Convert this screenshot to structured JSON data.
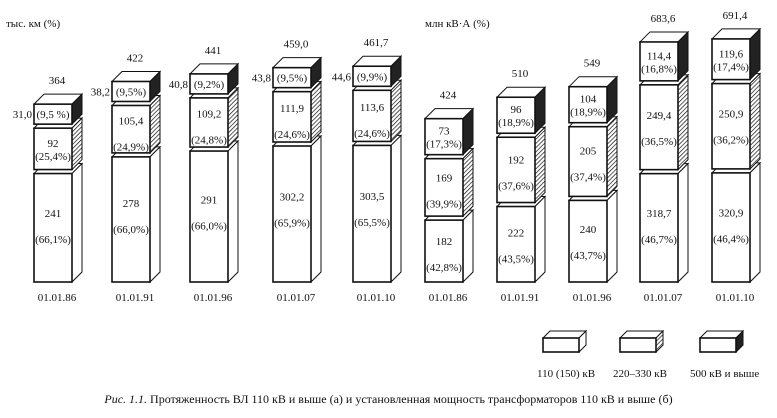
{
  "chart_data": [
    {
      "type": "bar",
      "stacked": true,
      "panel": "a",
      "unit_label": "тыс. км (%)",
      "categories": [
        "01.01.86",
        "01.01.91",
        "01.01.96",
        "01.01.07",
        "01.01.10"
      ],
      "totals": [
        "364",
        "422",
        "441",
        "459,0",
        "461,7"
      ],
      "series": [
        {
          "name": "110 (150) кВ",
          "values": [
            241,
            278,
            291,
            302.2,
            303.5
          ],
          "labels": [
            "241",
            "278",
            "291",
            "302,2",
            "303,5"
          ],
          "pct": [
            "(66,1%)",
            "(66,0%)",
            "(66,0%)",
            "(65,9%)",
            "(65,5%)"
          ]
        },
        {
          "name": "220–330 кВ",
          "values": [
            92,
            105.4,
            109.2,
            111.9,
            113.6
          ],
          "labels": [
            "92",
            "105,4",
            "109,2",
            "111,9",
            "113,6"
          ],
          "pct": [
            "(25,4%)",
            "(24,9%)",
            "(24,8%)",
            "(24,6%)",
            "(24,6%)"
          ]
        },
        {
          "name": "500 кВ и выше",
          "values": [
            31.0,
            38.2,
            40.8,
            43.8,
            44.6
          ],
          "labels": [
            "31,0",
            "38,2",
            "40,8",
            "43,8",
            "44,6"
          ],
          "pct": [
            "(9,5 %)",
            "(9,5%)",
            "(9,2%)",
            "(9,5%)",
            "(9,9%)"
          ]
        }
      ]
    },
    {
      "type": "bar",
      "stacked": true,
      "panel": "b",
      "unit_label": "млн кВ·А (%)",
      "categories": [
        "01.01.86",
        "01.01.91",
        "01.01.96",
        "01.01.07",
        "01.01.10"
      ],
      "totals": [
        "424",
        "510",
        "549",
        "683,6",
        "691,4"
      ],
      "series": [
        {
          "name": "110 (150) кВ",
          "values": [
            182,
            222,
            240,
            318.7,
            320.9
          ],
          "labels": [
            "182",
            "222",
            "240",
            "318,7",
            "320,9"
          ],
          "pct": [
            "(42,8%)",
            "(43,5%)",
            "(43,7%)",
            "(46,7%)",
            "(46,4%)"
          ]
        },
        {
          "name": "220–330 кВ",
          "values": [
            169,
            192,
            205,
            249.4,
            250.9
          ],
          "labels": [
            "169",
            "192",
            "205",
            "249,4",
            "250,9"
          ],
          "pct": [
            "(39,9%)",
            "(37,6%)",
            "(37,4%)",
            "(36,5%)",
            "(36,2%)"
          ]
        },
        {
          "name": "500 кВ и выше",
          "values": [
            73,
            96,
            104,
            114.4,
            119.6
          ],
          "labels": [
            "73",
            "96",
            "104",
            "114,4",
            "119,6"
          ],
          "pct": [
            "(17,3%)",
            "(18,9%)",
            "(18,9%)",
            "(16,8%)",
            "(17,4%)"
          ]
        }
      ]
    }
  ],
  "legend": [
    "110 (150) кВ",
    "220–330 кВ",
    "500 кВ и выше"
  ],
  "caption": {
    "prefix": "Рис. 1.1.",
    "text": "Протяженность ВЛ 110 кВ и выше (а) и установленная мощность трансформаторов 110 кВ и выше (б)"
  },
  "colors": {
    "line": "#111111",
    "face": "#ffffff",
    "dark_side": "#222222"
  }
}
